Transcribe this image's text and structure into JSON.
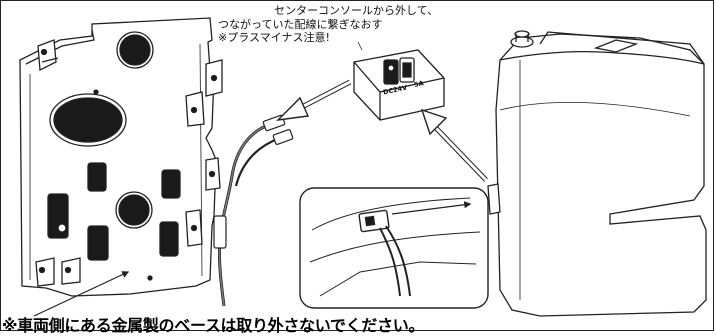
{
  "callout": {
    "line1": "センターコンソールから外して、",
    "line2": "つながっていた配線に繋ぎなおす",
    "line3": "※プラスマイナス注意!"
  },
  "socket": {
    "label_left": "DC24V",
    "label_right": "5A"
  },
  "warning": "※車両側にある金属製のベースは取り外さないでください。"
}
